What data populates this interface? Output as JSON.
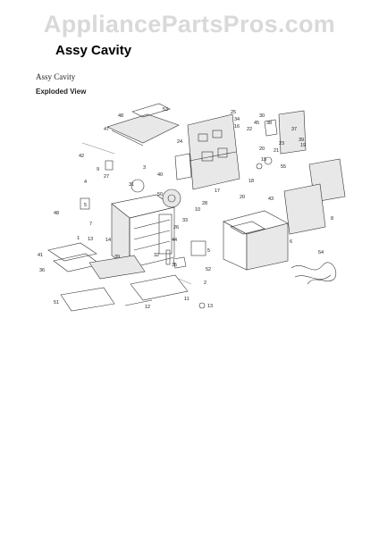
{
  "watermark": "AppliancePartsPros.com",
  "page_title": "Assy Cavity",
  "subtitle": "Assy Cavity",
  "view_label": "Exploded View",
  "callouts": [
    "53",
    "48",
    "47",
    "25",
    "30",
    "34",
    "45",
    "38",
    "22",
    "37",
    "16",
    "24",
    "23",
    "39",
    "19",
    "21",
    "20",
    "15",
    "55",
    "42",
    "3",
    "9",
    "27",
    "31",
    "4",
    "40",
    "50",
    "17",
    "18",
    "20",
    "43",
    "5",
    "28",
    "10",
    "48",
    "33",
    "7",
    "26",
    "14",
    "44",
    "13",
    "5",
    "6",
    "8",
    "41",
    "32",
    "35",
    "39",
    "52",
    "54",
    "1",
    "2",
    "36",
    "51",
    "12",
    "11",
    "13"
  ]
}
